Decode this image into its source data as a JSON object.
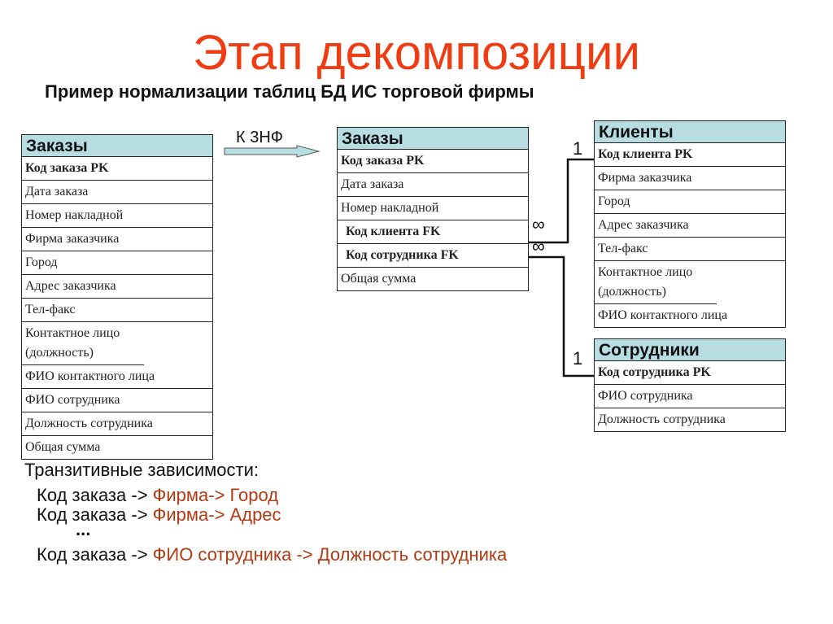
{
  "title": "Этап декомпозиции",
  "subtitle": "Пример нормализации таблиц БД ИС торговой фирмы",
  "arrow_label": "К 3НФ",
  "colors": {
    "title": "#f03c12",
    "header_fill": "#b7dde1",
    "highlight": "#b23a12"
  },
  "source_table": {
    "title": "Заказы",
    "rows": [
      "Код заказа PK",
      "Дата заказа",
      "Номер накладной",
      "Фирма заказчика",
      "Город",
      "Адрес заказчика",
      "Тел-факс",
      "Контактное лицо (должность)",
      "ФИО контактного лица",
      "ФИО сотрудника",
      "Должность сотрудника",
      "Общая сумма"
    ]
  },
  "orders_table": {
    "title": "Заказы",
    "rows": [
      "Код заказа PK",
      "Дата заказа",
      "Номер накладной",
      "Код клиента FK",
      "Код сотрудника FK",
      "Общая сумма"
    ]
  },
  "clients_table": {
    "title": "Клиенты",
    "rows": [
      "Код клиента PK",
      "Фирма заказчика",
      "Город",
      "Адрес заказчика",
      "Тел-факс",
      "Контактное лицо (должность)",
      "ФИО контактного лица"
    ]
  },
  "employees_table": {
    "title": "Сотрудники",
    "rows": [
      "Код сотрудника PK",
      "ФИО сотрудника",
      "Должность сотрудника"
    ]
  },
  "relations": {
    "many": "∞",
    "one": "1"
  },
  "transitive": {
    "heading": "Транзитивные зависимости:",
    "lines": [
      {
        "prefix": "Код заказа -> ",
        "chain": "Фирма-> Город"
      },
      {
        "prefix": "Код заказа -> ",
        "chain": "Фирма-> Адрес"
      },
      {
        "prefix": "",
        "chain": "..."
      },
      {
        "prefix": "Код заказа -> ",
        "chain": "ФИО сотрудника -> Должность сотрудника"
      }
    ]
  }
}
